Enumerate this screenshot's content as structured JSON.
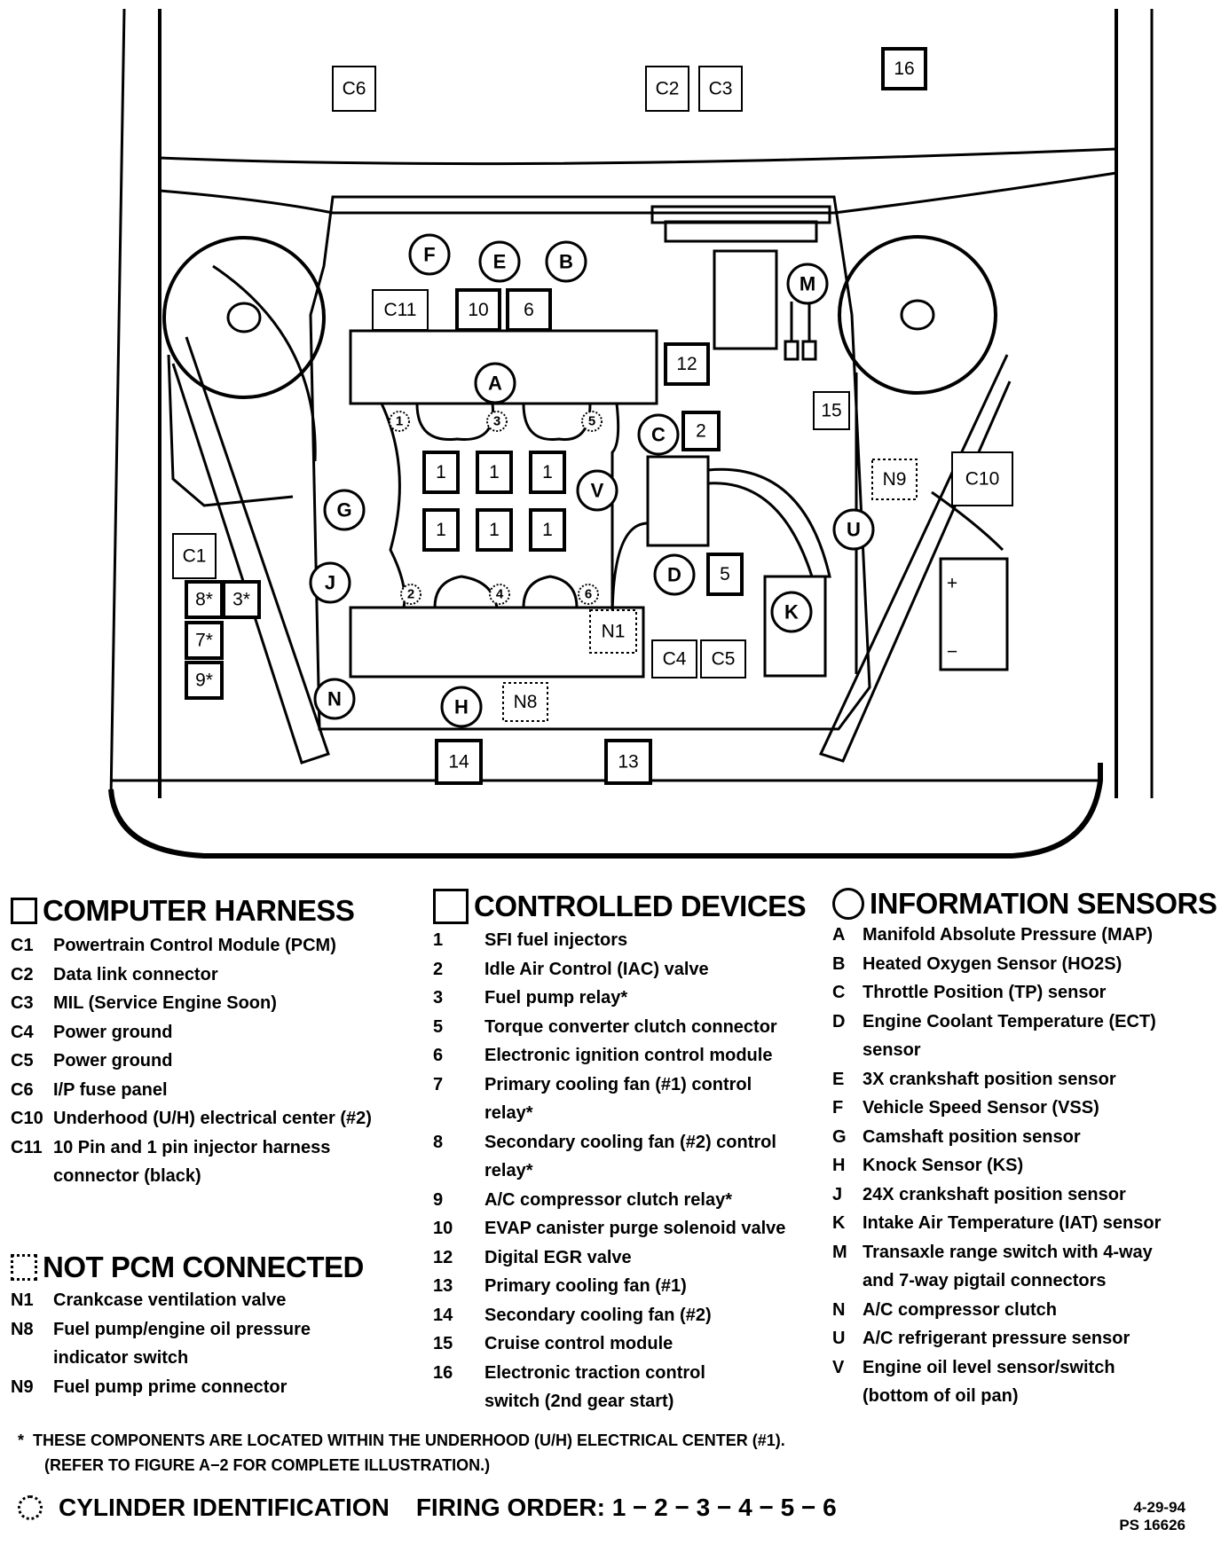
{
  "diagram": {
    "boxes": [
      "C6",
      "C2",
      "C3",
      "16",
      "C11",
      "10",
      "6",
      "12",
      "2",
      "15",
      "C10",
      "C1",
      "8*",
      "3*",
      "7*",
      "9*",
      "1",
      "1",
      "1",
      "1",
      "1",
      "1",
      "5",
      "C4",
      "C5",
      "14",
      "13"
    ],
    "dotted_boxes": [
      "N9",
      "N1",
      "N8"
    ],
    "circles": [
      "F",
      "E",
      "B",
      "M",
      "A",
      "C",
      "V",
      "G",
      "J",
      "D",
      "K",
      "U",
      "N",
      "H"
    ],
    "cylinders": [
      "1",
      "3",
      "5",
      "2",
      "4",
      "6"
    ],
    "battery_plus": "+",
    "battery_minus": "−"
  },
  "legend": {
    "computer_harness": {
      "title": "COMPUTER HARNESS",
      "items": [
        {
          "code": "C1",
          "desc": "Powertrain Control Module (PCM)"
        },
        {
          "code": "C2",
          "desc": "Data link connector"
        },
        {
          "code": "C3",
          "desc": "MIL (Service Engine Soon)"
        },
        {
          "code": "C4",
          "desc": "Power ground"
        },
        {
          "code": "C5",
          "desc": "Power ground"
        },
        {
          "code": "C6",
          "desc": "I/P fuse panel"
        },
        {
          "code": "C10",
          "desc": "Underhood (U/H) electrical center (#2)"
        },
        {
          "code": "C11",
          "desc": "10 Pin and 1 pin injector harness"
        },
        {
          "code": "",
          "desc": "connector (black)"
        }
      ]
    },
    "not_pcm_connected": {
      "title": "NOT PCM CONNECTED",
      "items": [
        {
          "code": "N1",
          "desc": "Crankcase ventilation valve"
        },
        {
          "code": "N8",
          "desc": "Fuel pump/engine oil pressure"
        },
        {
          "code": "",
          "desc": "indicator switch"
        },
        {
          "code": "N9",
          "desc": "Fuel pump prime connector"
        }
      ]
    },
    "controlled_devices": {
      "title": "CONTROLLED DEVICES",
      "items": [
        {
          "code": "1",
          "desc": "SFI fuel injectors"
        },
        {
          "code": "2",
          "desc": "Idle Air Control (IAC) valve"
        },
        {
          "code": "3",
          "desc": "Fuel pump relay*"
        },
        {
          "code": "5",
          "desc": "Torque converter clutch connector"
        },
        {
          "code": "6",
          "desc": "Electronic ignition control module"
        },
        {
          "code": "7",
          "desc": "Primary cooling fan (#1) control"
        },
        {
          "code": "",
          "desc": "relay*"
        },
        {
          "code": "8",
          "desc": "Secondary cooling fan (#2) control"
        },
        {
          "code": "",
          "desc": "relay*"
        },
        {
          "code": "9",
          "desc": "A/C compressor clutch relay*"
        },
        {
          "code": "10",
          "desc": "EVAP canister purge solenoid valve"
        },
        {
          "code": "12",
          "desc": "Digital EGR valve"
        },
        {
          "code": "13",
          "desc": "Primary cooling fan (#1)"
        },
        {
          "code": "14",
          "desc": "Secondary cooling fan (#2)"
        },
        {
          "code": "15",
          "desc": "Cruise control module"
        },
        {
          "code": "16",
          "desc": "Electronic traction control"
        },
        {
          "code": "",
          "desc": "switch (2nd gear start)"
        }
      ]
    },
    "information_sensors": {
      "title": "INFORMATION SENSORS",
      "items": [
        {
          "code": "A",
          "desc": "Manifold Absolute Pressure (MAP)"
        },
        {
          "code": "B",
          "desc": "Heated Oxygen Sensor (HO2S)"
        },
        {
          "code": "C",
          "desc": "Throttle Position (TP) sensor"
        },
        {
          "code": "D",
          "desc": "Engine Coolant Temperature (ECT)"
        },
        {
          "code": "",
          "desc": "sensor"
        },
        {
          "code": "E",
          "desc": "3X crankshaft position sensor"
        },
        {
          "code": "F",
          "desc": "Vehicle Speed Sensor (VSS)"
        },
        {
          "code": "G",
          "desc": "Camshaft position sensor"
        },
        {
          "code": "H",
          "desc": "Knock Sensor (KS)"
        },
        {
          "code": "J",
          "desc": "24X crankshaft position sensor"
        },
        {
          "code": "K",
          "desc": "Intake Air Temperature (IAT) sensor"
        },
        {
          "code": "M",
          "desc": "Transaxle range switch with 4-way"
        },
        {
          "code": "",
          "desc": "and 7-way pigtail connectors"
        },
        {
          "code": "N",
          "desc": "A/C compressor clutch"
        },
        {
          "code": "U",
          "desc": "A/C refrigerant pressure sensor"
        },
        {
          "code": "V",
          "desc": "Engine oil level sensor/switch"
        },
        {
          "code": "",
          "desc": "(bottom of oil pan)"
        }
      ]
    }
  },
  "footnote": {
    "line1": "THESE COMPONENTS ARE LOCATED WITHIN THE UNDERHOOD (U/H) ELECTRICAL CENTER (#1).",
    "line2": "(REFER TO FIGURE A−2 FOR COMPLETE ILLUSTRATION.)",
    "marker": "*"
  },
  "footer": {
    "cylinder_identification": "CYLINDER IDENTIFICATION",
    "firing_order": "FIRING ORDER: 1 − 2 − 3 − 4 − 5 − 6",
    "date": "4-29-94",
    "code": "PS 16626"
  }
}
